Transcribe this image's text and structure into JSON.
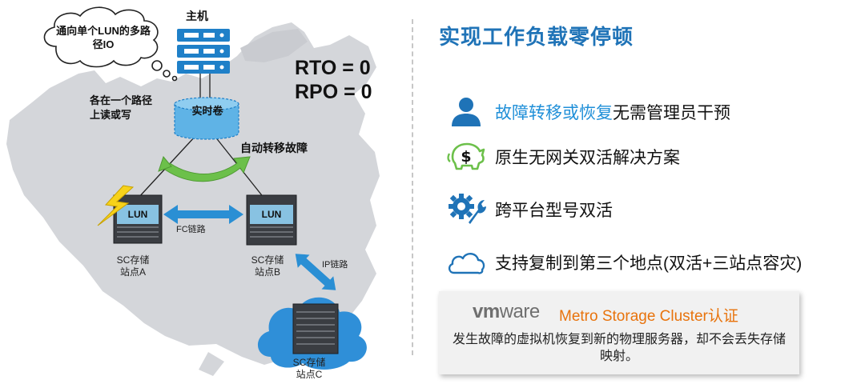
{
  "diagram": {
    "cloud_note": "通向单个LUN的多路径IO",
    "host_label": "主机",
    "rto": "RTO = 0",
    "rpo": "RPO = 0",
    "rw_note": "各在一个路径上读或写",
    "volume_label": "实时卷",
    "auto_failover": "自动转移故障",
    "lun_a": "LUN",
    "lun_b": "LUN",
    "fc_link": "FC链路",
    "ip_link": "IP链路",
    "site_a": "SC存储站点A",
    "site_b": "SC存储站点B",
    "site_c": "SC存储站点C"
  },
  "panel": {
    "heading": "实现工作负载零停顿",
    "features": [
      {
        "icon": "user-icon",
        "highlight": "故障转移或恢复",
        "text": "无需管理员干预"
      },
      {
        "icon": "piggy-bank-dollar-icon",
        "highlight": "",
        "text": "原生无网关双活解决方案"
      },
      {
        "icon": "gear-wrench-icon",
        "highlight": "",
        "text": "跨平台型号双活"
      },
      {
        "icon": "cloud-icon",
        "highlight": "",
        "text": "支持复制到第三个地点(双活+三站点容灾)"
      }
    ],
    "vmware": {
      "logo_vm": "vm",
      "logo_ware": "ware",
      "title": "Metro Storage Cluster认证",
      "description": "发生故障的虚拟机恢复到新的物理服务器，却不会丢失存储映射。"
    }
  },
  "colors": {
    "accent_blue": "#1f73b7",
    "highlight_blue": "#1f8fd8",
    "arrow_blue": "#2a8fd4",
    "green": "#6cc04a",
    "orange": "#e8730c",
    "map_gray": "#d4d6da"
  }
}
